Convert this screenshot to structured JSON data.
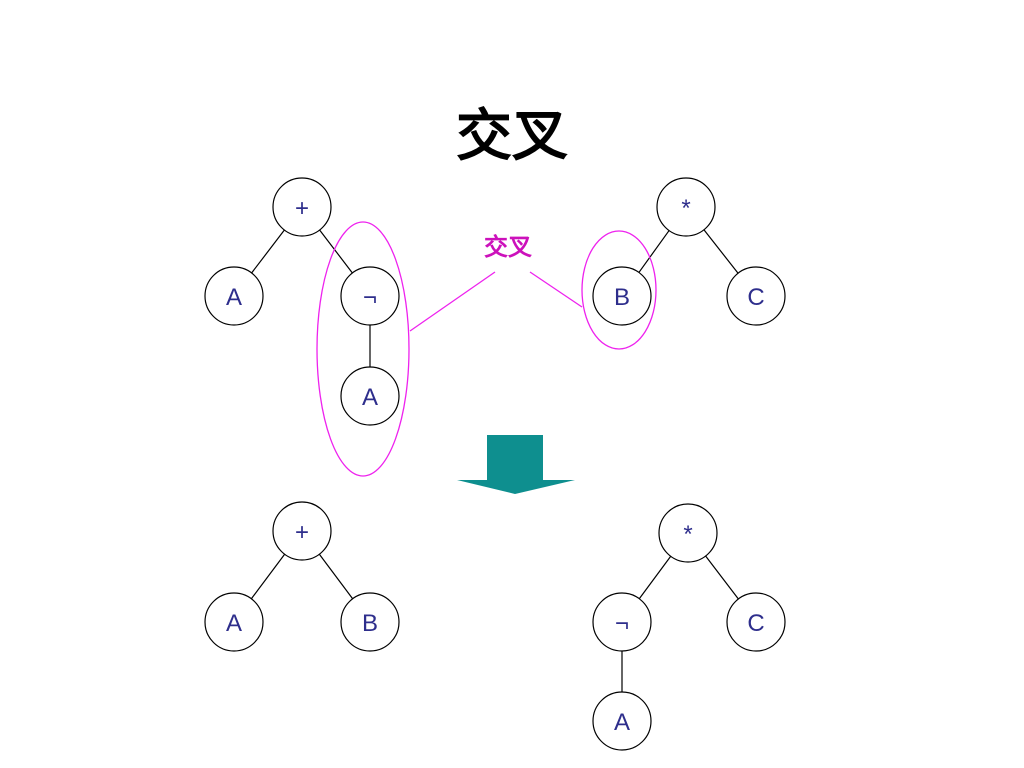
{
  "title": "交叉",
  "crossover_label": "交叉",
  "colors": {
    "node_text": "#2e2e8c",
    "node_stroke": "#000000",
    "edge": "#000000",
    "highlight": "#ee22ee",
    "label": "#cc11bb",
    "arrow": "#0e8f8f",
    "title": "#000000"
  },
  "trees": [
    {
      "id": "parent-1",
      "nodes": [
        {
          "id": "p1-root",
          "label": "+"
        },
        {
          "id": "p1-a",
          "label": "A"
        },
        {
          "id": "p1-not",
          "label": "¬"
        },
        {
          "id": "p1-not-a",
          "label": "A"
        }
      ],
      "edges": [
        [
          "p1-root",
          "p1-a"
        ],
        [
          "p1-root",
          "p1-not"
        ],
        [
          "p1-not",
          "p1-not-a"
        ]
      ]
    },
    {
      "id": "parent-2",
      "nodes": [
        {
          "id": "p2-root",
          "label": "*"
        },
        {
          "id": "p2-b",
          "label": "B"
        },
        {
          "id": "p2-c",
          "label": "C"
        }
      ],
      "edges": [
        [
          "p2-root",
          "p2-b"
        ],
        [
          "p2-root",
          "p2-c"
        ]
      ]
    },
    {
      "id": "child-1",
      "nodes": [
        {
          "id": "c1-root",
          "label": "+"
        },
        {
          "id": "c1-a",
          "label": "A"
        },
        {
          "id": "c1-b",
          "label": "B"
        }
      ],
      "edges": [
        [
          "c1-root",
          "c1-a"
        ],
        [
          "c1-root",
          "c1-b"
        ]
      ]
    },
    {
      "id": "child-2",
      "nodes": [
        {
          "id": "c2-root",
          "label": "*"
        },
        {
          "id": "c2-not",
          "label": "¬"
        },
        {
          "id": "c2-c",
          "label": "C"
        },
        {
          "id": "c2-not-a",
          "label": "A"
        }
      ],
      "edges": [
        [
          "c2-root",
          "c2-not"
        ],
        [
          "c2-root",
          "c2-c"
        ],
        [
          "c2-not",
          "c2-not-a"
        ]
      ]
    }
  ]
}
